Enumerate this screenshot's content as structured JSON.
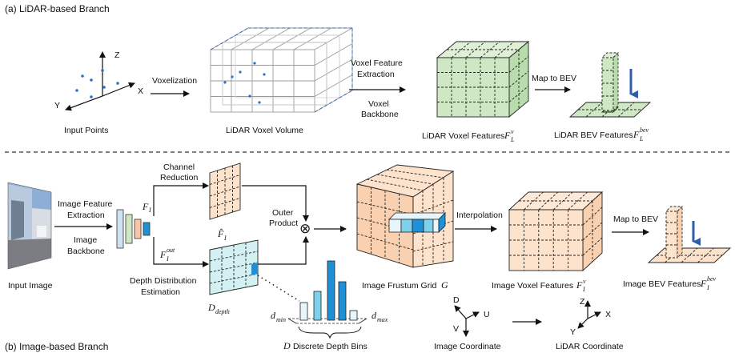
{
  "branch_a": {
    "title": "(a) LiDAR-based Branch",
    "input_points": "Input Points",
    "axis_z": "Z",
    "axis_x": "X",
    "axis_y": "Y",
    "voxelization": "Voxelization",
    "voxel_volume": "LiDAR Voxel Volume",
    "voxel_feature_extraction_1": "Voxel Feature",
    "voxel_feature_extraction_2": "Extraction",
    "voxel_backbone_1": "Voxel",
    "voxel_backbone_2": "Backbone",
    "lidar_voxel_features": "LiDAR Voxel Features",
    "lidar_voxel_symbol": "F",
    "lidar_voxel_sub": "L",
    "lidar_voxel_sup": "v",
    "map_to_bev": "Map to BEV",
    "lidar_bev_features": "LiDAR BEV Features",
    "lidar_bev_symbol": "F",
    "lidar_bev_sub": "L",
    "lidar_bev_sup": "bev"
  },
  "branch_b": {
    "title": "(b) Image-based Branch",
    "input_image": "Input Image",
    "image_feature_extraction_1": "Image Feature",
    "image_feature_extraction_2": "Extraction",
    "image_backbone_1": "Image",
    "image_backbone_2": "Backbone",
    "f_i": "F",
    "f_i_sub": "I",
    "f_out": "F",
    "f_out_sub": "I",
    "f_out_sup": "out",
    "channel_reduction_1": "Channel",
    "channel_reduction_2": "Reduction",
    "f_hat": "F̂",
    "f_hat_sub": "I",
    "depth_dist_1": "Depth Distribution",
    "depth_dist_2": "Estimation",
    "d_depth": "D",
    "d_depth_sub": "depth",
    "outer_product_1": "Outer",
    "outer_product_2": "Product",
    "outer_symbol": "⊗",
    "d_min": "d",
    "d_min_sub": "min",
    "d_max": "d",
    "d_max_sub": "max",
    "depth_bins_symbol": "D",
    "depth_bins_label": "Discrete Depth Bins",
    "frustum_label": "Image Frustum Grid",
    "frustum_symbol": "G",
    "interpolation": "Interpolation",
    "image_voxel_features": "Image Voxel Features",
    "img_voxel_symbol": "F",
    "img_voxel_sub": "I",
    "img_voxel_sup": "v",
    "map_to_bev": "Map to BEV",
    "image_bev_features": "Image BEV Features",
    "img_bev_symbol": "F",
    "img_bev_sub": "I",
    "img_bev_sup": "bev",
    "image_coordinate": "Image Coordinate",
    "lidar_coordinate": "LiDAR Coordinate",
    "axis_d": "D",
    "axis_u": "U",
    "axis_v": "V",
    "axis_z2": "Z",
    "axis_x2": "X",
    "axis_y2": "Y"
  },
  "colors": {
    "lidar_green": "#cfe8c4",
    "image_peach": "#fde3cc",
    "depth_cyan": "#d3f1f3",
    "accent_blue": "#2f5ea8",
    "bin_blue": "#1f8fd6"
  }
}
